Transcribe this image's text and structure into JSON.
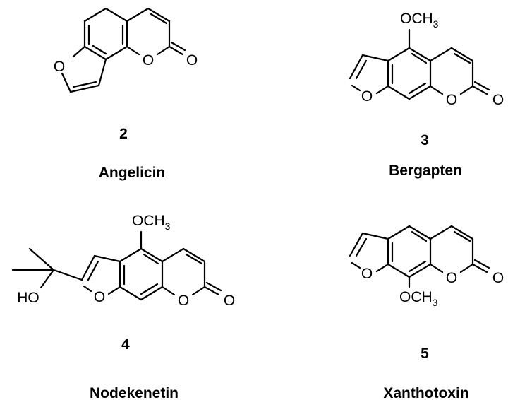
{
  "compounds": [
    {
      "number": "2",
      "name": "Angelicin"
    },
    {
      "number": "3",
      "name": "Bergapten"
    },
    {
      "number": "4",
      "name": "Nodekenetin"
    },
    {
      "number": "5",
      "name": "Xanthotoxin"
    }
  ],
  "atoms": {
    "oxygen": "O",
    "methoxy_main": "OCH",
    "methoxy_sub": "3",
    "hydroxyl": "HO"
  }
}
